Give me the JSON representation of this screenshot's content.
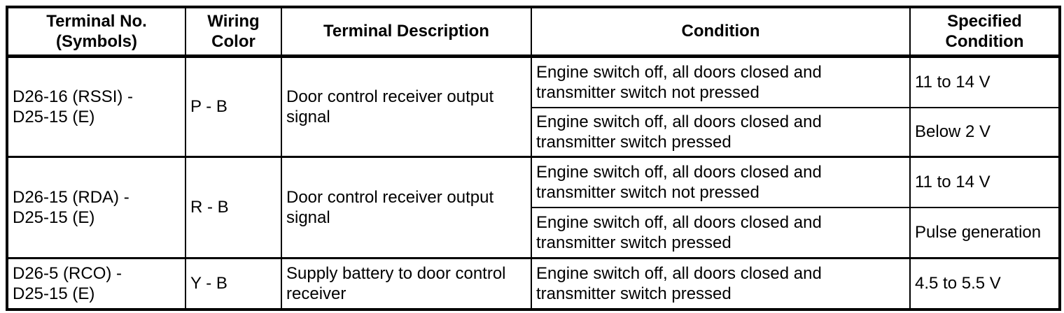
{
  "table": {
    "title_semantic": "door-control-receiver-terminal-specification",
    "colors": {
      "border": "#000000",
      "text": "#000000",
      "background": "#ffffff"
    },
    "headers": {
      "terminal": "Terminal No.\n(Symbols)",
      "wiring": "Wiring\nColor",
      "description": "Terminal Description",
      "condition": "Condition",
      "specified": "Specified\nCondition"
    },
    "groups": [
      {
        "terminal": "D26-16 (RSSI) -\nD25-15 (E)",
        "wiring": "P - B",
        "description": "Door control receiver output signal",
        "rows": [
          {
            "condition": "Engine switch off, all doors closed and transmitter switch not pressed",
            "specified": "11 to 14 V"
          },
          {
            "condition": "Engine switch off, all doors closed and transmitter switch pressed",
            "specified": "Below 2 V"
          }
        ]
      },
      {
        "terminal": "D26-15 (RDA) -\nD25-15 (E)",
        "wiring": "R - B",
        "description": "Door control receiver output signal",
        "rows": [
          {
            "condition": "Engine switch off, all doors closed and transmitter switch not pressed",
            "specified": "11 to 14 V"
          },
          {
            "condition": "Engine switch off, all doors closed and transmitter switch pressed",
            "specified": "Pulse generation"
          }
        ]
      },
      {
        "terminal": "D26-5 (RCO) -\nD25-15 (E)",
        "wiring": "Y - B",
        "description": "Supply battery to door control receiver",
        "rows": [
          {
            "condition": "Engine switch off, all doors closed and transmitter switch pressed",
            "specified": "4.5 to 5.5 V"
          }
        ]
      }
    ]
  }
}
